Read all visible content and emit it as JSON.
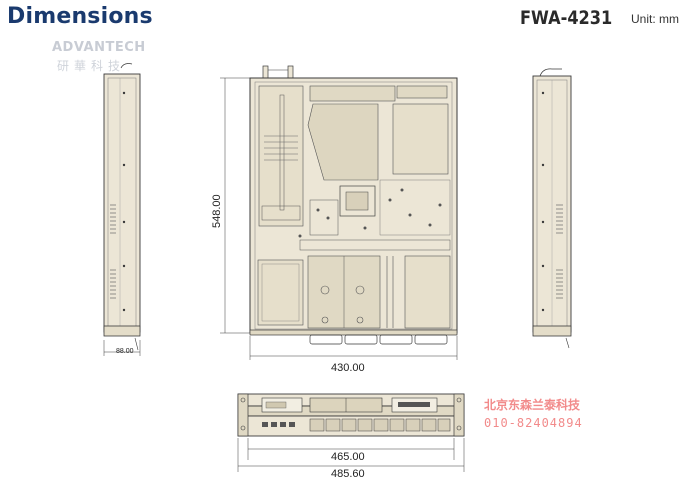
{
  "header": {
    "title": "Dimensions",
    "model": "FWA-4231",
    "unit": "Unit: mm"
  },
  "logo": {
    "brand": "ADVANTECH",
    "chinese": "研華科技"
  },
  "dimensions": {
    "top_depth": "548.00",
    "top_width": "430.00",
    "side_width": "88.00",
    "front_inner_width": "465.00",
    "front_outer_width": "485.60"
  },
  "watermark": {
    "company": "北京东森兰泰科技",
    "phone": "010-82404894"
  },
  "colors": {
    "chassis": "#ece6d6",
    "outline": "#3a3a3a",
    "title": "#1a3a6e",
    "watermark": "#f28b8b"
  }
}
